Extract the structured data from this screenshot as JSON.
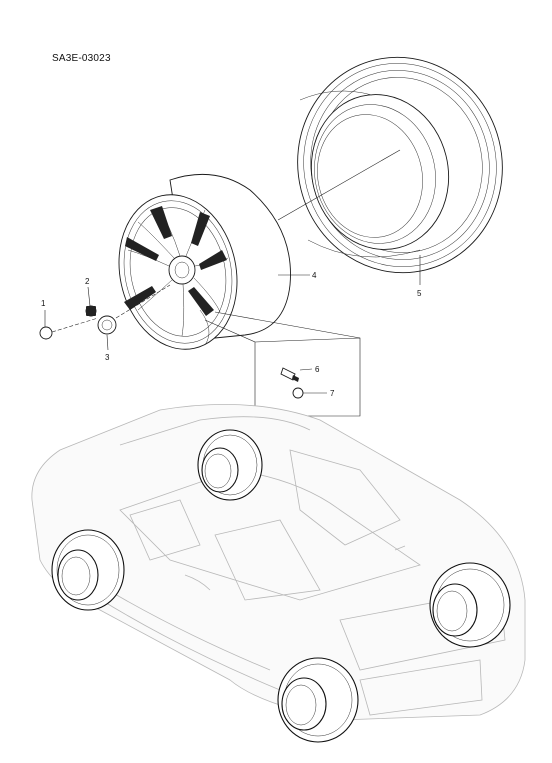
{
  "diagram": {
    "code": "SA3E-03023",
    "callouts": [
      {
        "id": "c1",
        "label": "1"
      },
      {
        "id": "c2",
        "label": "2"
      },
      {
        "id": "c3",
        "label": "3"
      },
      {
        "id": "c4",
        "label": "4"
      },
      {
        "id": "c5",
        "label": "5"
      },
      {
        "id": "c6",
        "label": "6"
      },
      {
        "id": "c7",
        "label": "7"
      }
    ]
  }
}
